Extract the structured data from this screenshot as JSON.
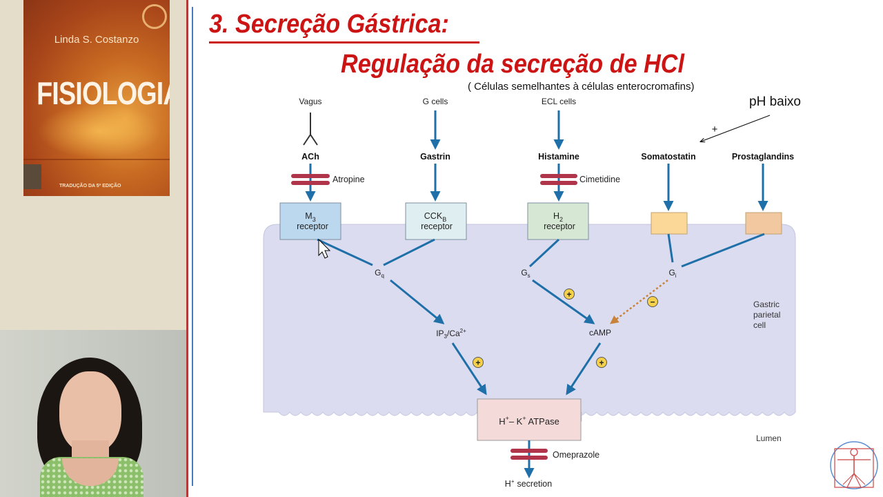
{
  "book": {
    "author": "Linda S. Costanzo",
    "title": "FISIOLOGIA",
    "edition": "TRADUÇÃO DA 5ª EDIÇÃO"
  },
  "slide": {
    "title_line1": "3. Secreção Gástrica:",
    "title_line2": "Regulação da secreção de HCl",
    "ecl_note": "( Células semelhantes à células enterocromafins)",
    "ph_note": "pH baixo",
    "ph_sign": "+"
  },
  "diagram": {
    "sources": {
      "vagus": "Vagus",
      "g_cells": "G cells",
      "ecl_cells": "ECL cells"
    },
    "agents": {
      "ach": "ACh",
      "gastrin": "Gastrin",
      "histamine": "Histamine",
      "somatostatin": "Somatostatin",
      "prostaglandins": "Prostaglandins"
    },
    "blockers": {
      "atropine": "Atropine",
      "cimetidine": "Cimetidine",
      "omeprazole": "Omeprazole"
    },
    "receptors": {
      "m3_main": "M",
      "m3_sub": "3",
      "cckb_main": "CCK",
      "cckb_sub": "B",
      "h2_main": "H",
      "h2_sub": "2",
      "receptor_word": "receptor"
    },
    "gproteins": {
      "gq_main": "G",
      "gq_sub": "q",
      "gs_main": "G",
      "gs_sub": "s",
      "gi_main": "G",
      "gi_sub": "i"
    },
    "messengers": {
      "ip3": "IP",
      "ip3_sub": "3",
      "ca": "/Ca",
      "ca_sup": "2+",
      "camp": "cAMP"
    },
    "pump": {
      "h": "H",
      "plus": "+",
      "dash": "– K",
      "rest": " ATPase"
    },
    "cell_label": [
      "Gastric",
      "parietal",
      "cell"
    ],
    "lumen": "Lumen",
    "secretion_h": "H",
    "secretion_sup": "+",
    "secretion_word": "secretion",
    "sign_plus": "+",
    "sign_minus": "−"
  },
  "colors": {
    "title_red": "#cc1414",
    "arrow_blue": "#1f6fa8",
    "cell_fill": "#dcdcf0",
    "blocker_red": "#b0344a",
    "inhibit_orange": "#c8823a",
    "sign_yellow": "#f5d04a"
  }
}
